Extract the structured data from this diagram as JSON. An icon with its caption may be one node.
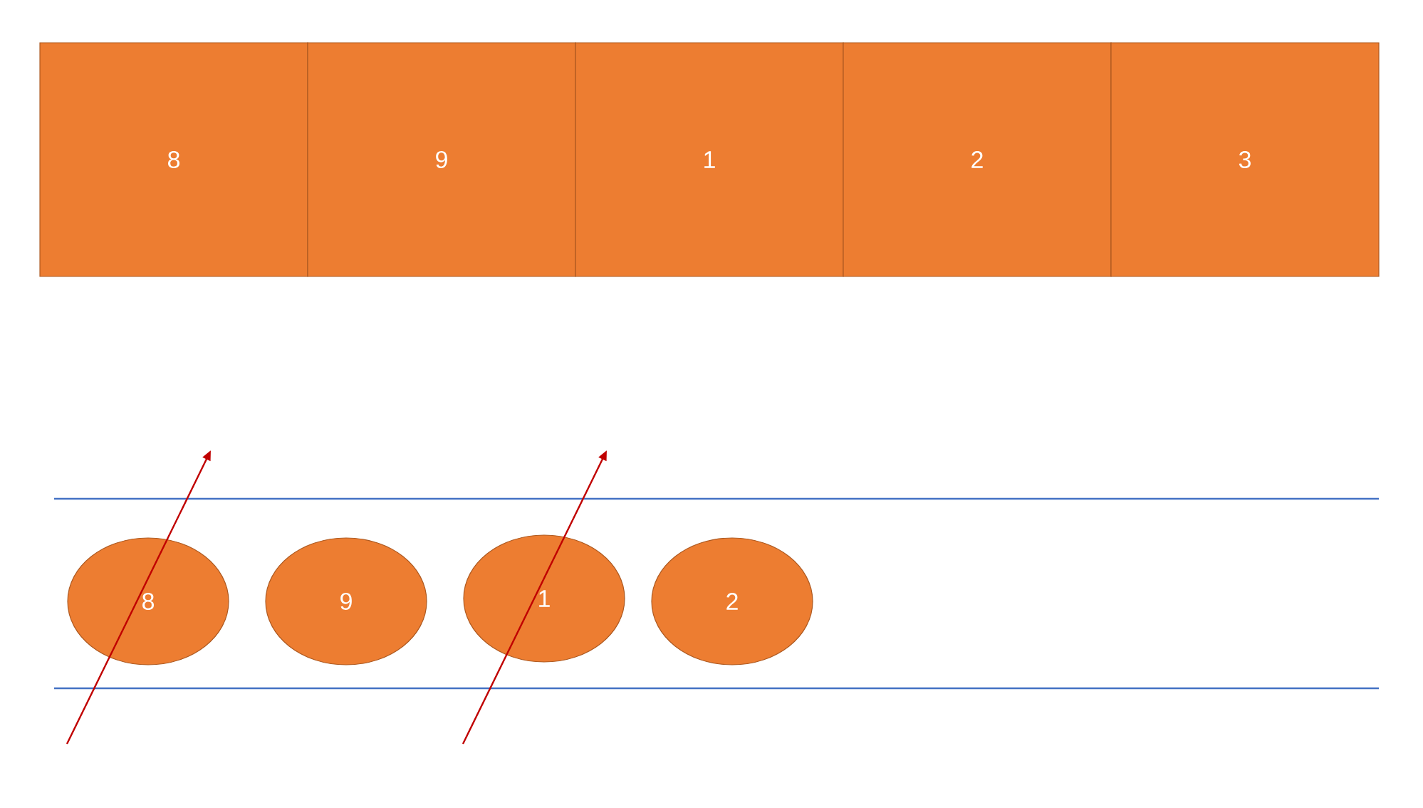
{
  "diagram": {
    "nodes": [
      {
        "text": [
          "8"
        ]
      },
      {
        "text": [
          "9"
        ]
      },
      {
        "text": [
          "1"
        ]
      },
      {
        "text": [
          "2"
        ]
      },
      {
        "text": [
          "3"
        ]
      },
      {
        "text": [
          "8"
        ]
      },
      {
        "text": [
          "9"
        ]
      },
      {
        "text": [
          "1"
        ]
      },
      {
        "text": [
          "2"
        ]
      }
    ]
  }
}
